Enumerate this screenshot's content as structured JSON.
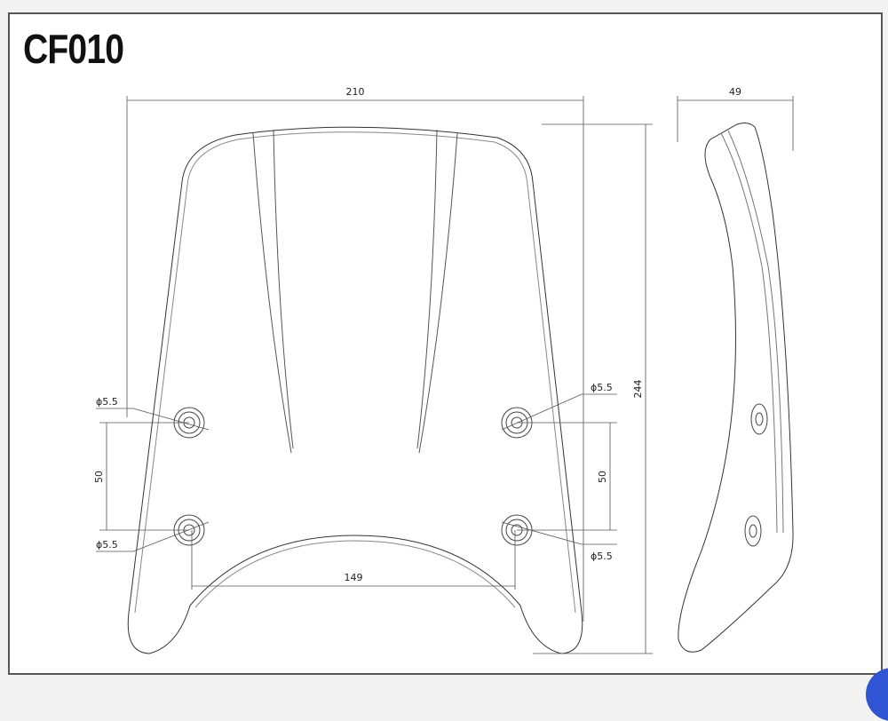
{
  "title": "CF010",
  "dimensions": {
    "width": "210",
    "height": "244",
    "depth": "49",
    "hole_spacing_vertical_left": "50",
    "hole_spacing_vertical_right": "50",
    "hole_spacing_horizontal": "149",
    "hole_diameter_top_left": "ϕ5.5",
    "hole_diameter_top_right": "ϕ5.5",
    "hole_diameter_bottom_left": "ϕ5.5",
    "hole_diameter_bottom_right": "ϕ5.5"
  }
}
